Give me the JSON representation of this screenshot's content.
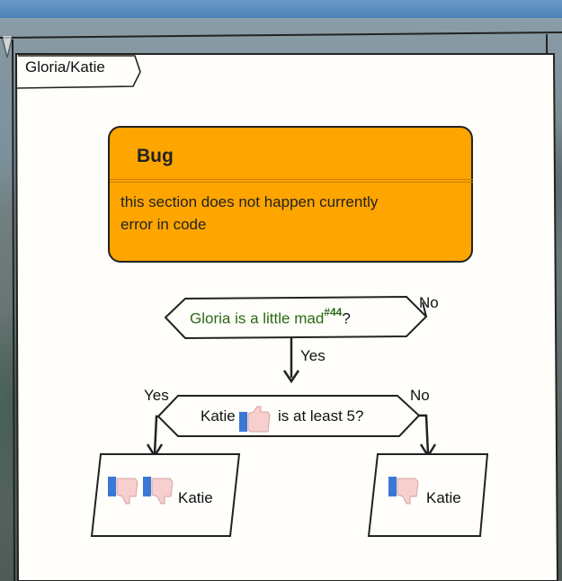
{
  "tab_label": "Gloria/Katie",
  "bug": {
    "title": "Bug",
    "lines": [
      "this section does not happen currently",
      "error in code"
    ]
  },
  "decision1": {
    "text": "Gloria is a little mad",
    "ref": "#44",
    "suffix": "?",
    "yes": "Yes",
    "no": "No"
  },
  "decision2": {
    "prefix": "Katie",
    "suffix": "is at least 5?",
    "yes": "Yes",
    "no": "No",
    "icon": "thumbs-up-icon"
  },
  "result_left": {
    "label": "Katie",
    "icons": [
      "thumbs-down-icon",
      "thumbs-down-icon"
    ]
  },
  "result_right": {
    "label": "Katie",
    "icons": [
      "thumbs-down-icon"
    ]
  },
  "colors": {
    "bug_fill": "#ffa500",
    "condition_text": "#2a6a12",
    "thumb_blue": "#3a78d6",
    "thumb_pink": "#f7cfcf"
  }
}
